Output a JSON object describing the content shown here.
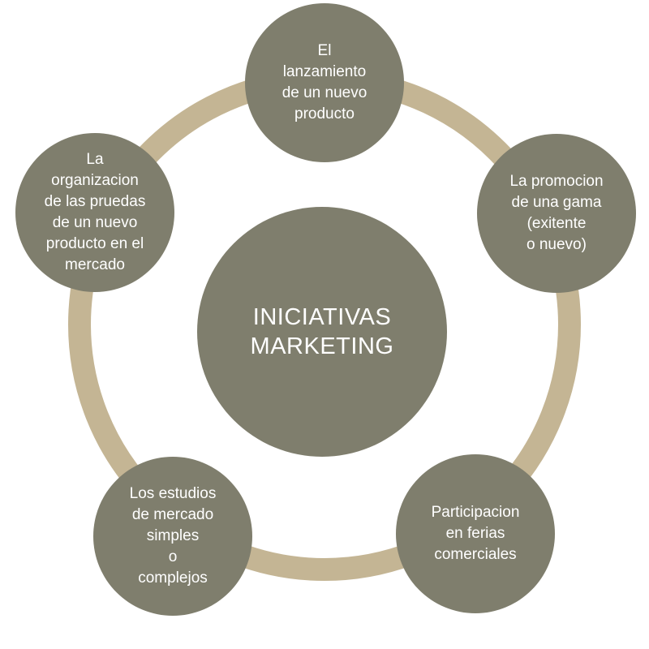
{
  "diagram": {
    "center": "INICIATIVAS\nMARKETING",
    "nodes": {
      "top": "El\nlanzamiento\nde un nuevo\nproducto",
      "right": "La promocion\nde una gama\n(exitente\no nuevo)",
      "bottom_right": "Participacion\nen ferias\ncomerciales",
      "bottom_left": "Los estudios\nde mercado\nsimples\no\ncomplejos",
      "left": "La\norganizacion\nde las pruedas\nde un nuevo\nproducto en el\nmercado"
    }
  },
  "colors": {
    "ring": "#c4b594",
    "circle": "#7f7e6d",
    "text": "#ffffff"
  }
}
